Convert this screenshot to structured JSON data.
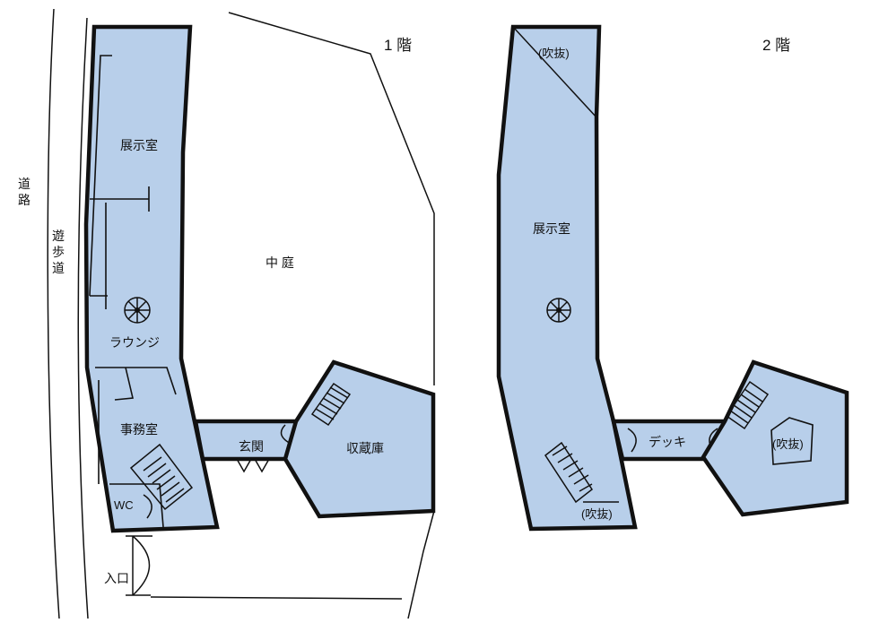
{
  "floor1": {
    "title": "1 階",
    "rooms": {
      "exhibition": "展示室",
      "lounge": "ラウンジ",
      "office": "事務室",
      "wc": "WC",
      "entrance": "玄関",
      "storage": "収蔵庫"
    },
    "site": {
      "road": "道路",
      "sidewalk": "遊歩道",
      "courtyard": "中 庭",
      "entry": "入口"
    }
  },
  "floor2": {
    "title": "2 階",
    "rooms": {
      "void_top": "(吹抜)",
      "exhibition": "展示室",
      "deck": "デッキ",
      "void_bottom": "(吹抜)",
      "void_right": "(吹抜)"
    }
  },
  "colors": {
    "room_fill": "#b8cfea",
    "wall": "#111111",
    "background": "#ffffff"
  }
}
